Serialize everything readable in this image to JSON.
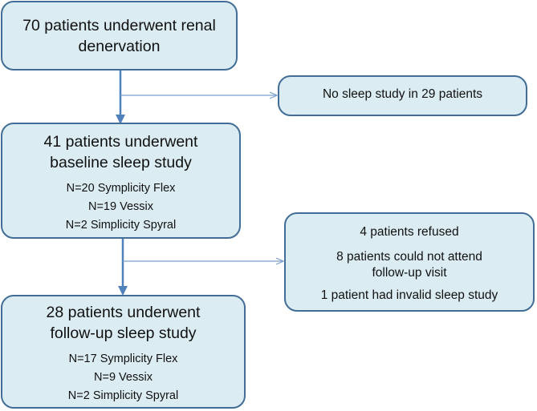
{
  "boxes": {
    "enrolled": {
      "title": "70 patients underwent renal denervation"
    },
    "no_sleep_study": {
      "text": "No sleep study in 29 patients"
    },
    "baseline": {
      "title_line1": "41 patients underwent",
      "title_line2": "baseline sleep study",
      "details": [
        "N=20 Symplicity Flex",
        "N=19 Vessix",
        "N=2 Simplicity Spyral"
      ]
    },
    "excluded": {
      "refused": "4 patients refused",
      "could_not_attend_line1": "8 patients could not attend",
      "could_not_attend_line2": "follow-up  visit",
      "invalid": "1 patient had invalid sleep study"
    },
    "followup": {
      "title_line1": "28 patients underwent",
      "title_line2": "follow-up sleep study",
      "details": [
        "N=17 Symplicity Flex",
        "N=9 Vessix",
        "N=2 Simplicity Spyral"
      ]
    }
  },
  "colors": {
    "box_fill": "#dbecf2",
    "box_border": "#426d96",
    "arrow_main": "#4f81bd",
    "arrow_side": "#7ba0cf"
  }
}
